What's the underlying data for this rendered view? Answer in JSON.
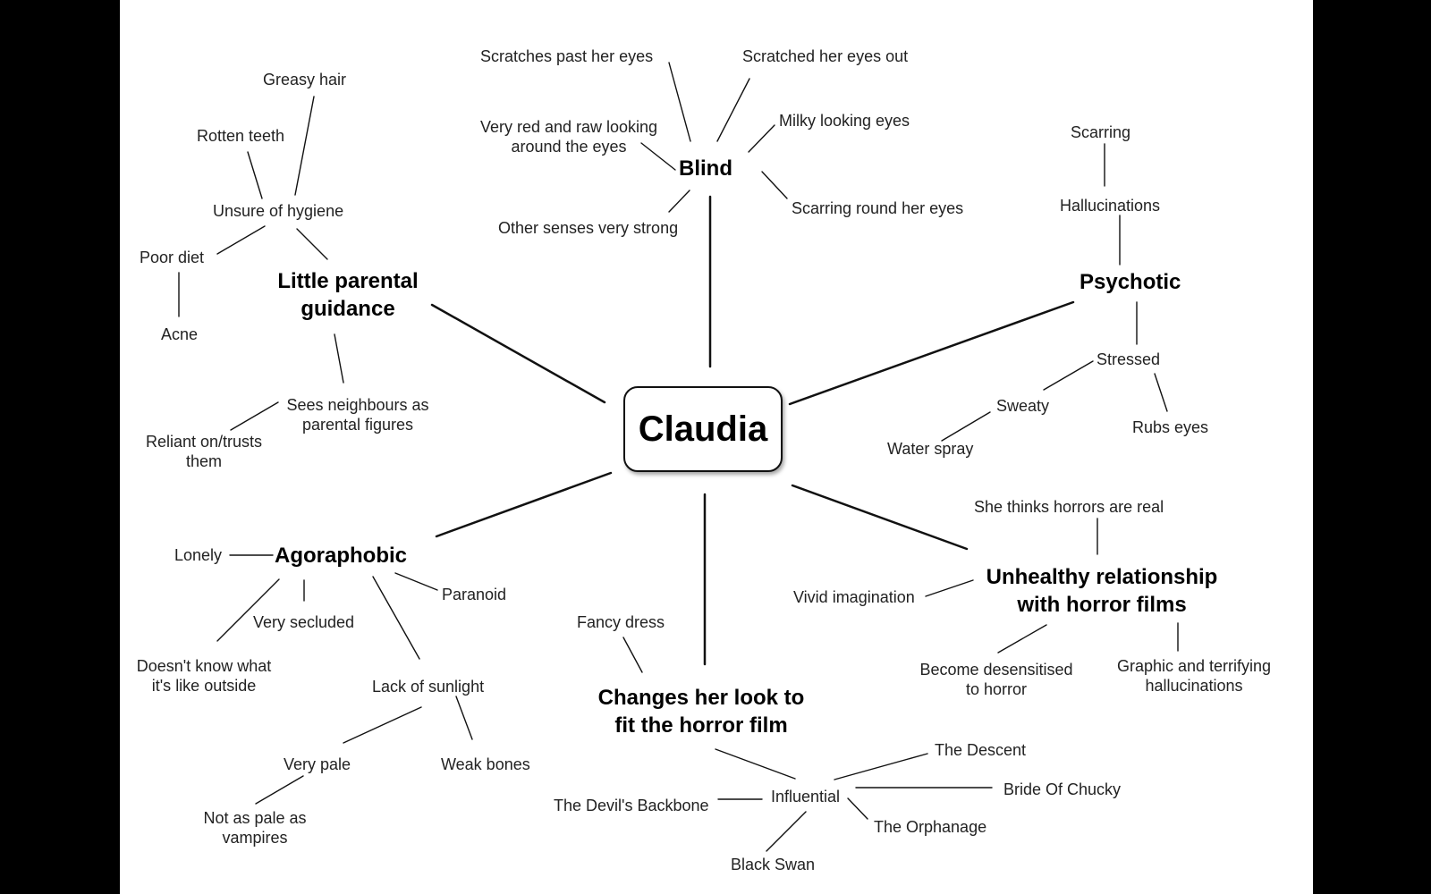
{
  "center": "Claudia",
  "topics": {
    "blind": "Blind",
    "parental": [
      "Little parental",
      "guidance"
    ],
    "psychotic": "Psychotic",
    "agoraphobic": "Agoraphobic",
    "look": [
      "Changes her look to",
      "fit the horror film"
    ],
    "horror": [
      "Unhealthy relationship",
      "with horror films"
    ]
  },
  "blind": {
    "scratches_past": "Scratches past her eyes",
    "scratched_out": "Scratched her eyes out",
    "red_raw": [
      "Very red and raw looking",
      "around the eyes"
    ],
    "milky": "Milky looking eyes",
    "scarring_round": "Scarring round her eyes",
    "other_senses": "Other senses very strong"
  },
  "parental": {
    "greasy_hair": "Greasy hair",
    "rotten_teeth": "Rotten teeth",
    "unsure_hygiene": "Unsure of hygiene",
    "poor_diet": "Poor diet",
    "acne": "Acne",
    "sees_neighbours": [
      "Sees neighbours as",
      "parental figures"
    ],
    "reliant": [
      "Reliant on/trusts",
      "them"
    ]
  },
  "psychotic": {
    "scarring": "Scarring",
    "hallucinations": "Hallucinations",
    "stressed": "Stressed",
    "sweaty": "Sweaty",
    "rubs_eyes": "Rubs eyes",
    "water_spray": "Water spray"
  },
  "agoraphobic": {
    "lonely": "Lonely",
    "paranoid": "Paranoid",
    "very_secluded": "Very secluded",
    "doesnt_know": [
      "Doesn't know what",
      "it's like outside"
    ],
    "lack_sunlight": "Lack of sunlight",
    "very_pale": "Very pale",
    "weak_bones": "Weak bones",
    "not_as_pale": [
      "Not as pale as",
      "vampires"
    ]
  },
  "look": {
    "fancy_dress": "Fancy dress",
    "influential": "Influential",
    "descent": "The Descent",
    "chucky": "Bride Of Chucky",
    "orphanage": "The Orphanage",
    "devils_backbone": "The Devil's Backbone",
    "black_swan": "Black Swan"
  },
  "horror": {
    "thinks_real": "She thinks horrors are real",
    "vivid": "Vivid imagination",
    "desensitised": [
      "Become desensitised",
      "to horror"
    ],
    "graphic": [
      "Graphic and terrifying",
      "hallucinations"
    ]
  }
}
